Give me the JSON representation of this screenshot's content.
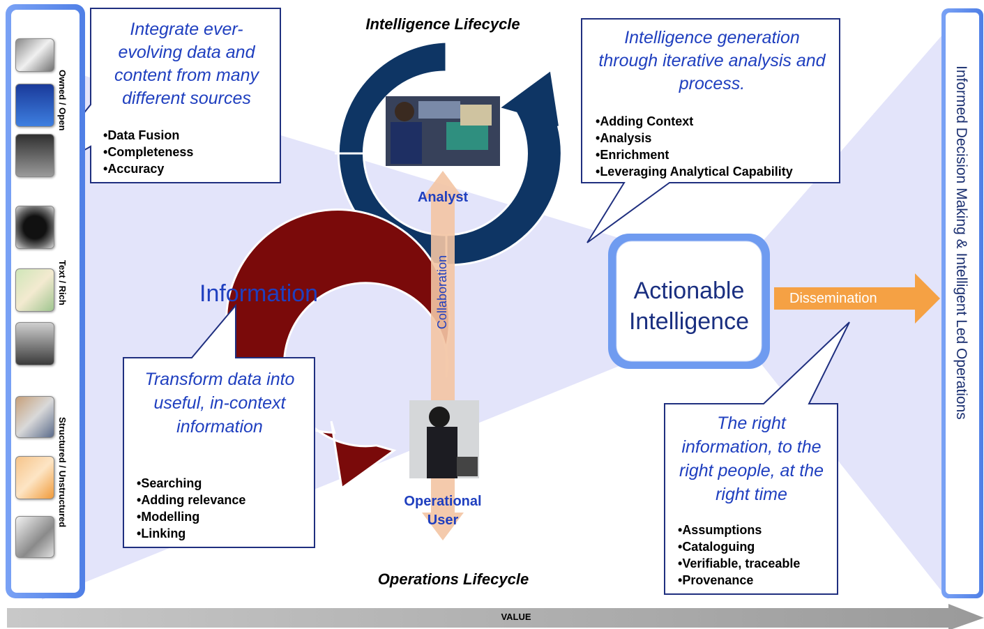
{
  "colors": {
    "navy": "#0e3564",
    "maroon": "#7a0a0a",
    "light_blue": "#6f9bf0",
    "orange": "#f5a144",
    "peach": "#f3c4a3",
    "text_blue": "#1f3fbf",
    "grey": "#a8a8a8"
  },
  "left_panel": {
    "labels": [
      "Owned / Open",
      "Text / Rich",
      "Structured / Unstructured"
    ],
    "icons": [
      "satellite-icon",
      "http-screen-icon",
      "atm-icon",
      "camera-lens-icon",
      "map-icon",
      "cctv-icon",
      "mobile-phone-icon",
      "email-icon",
      "documents-icon"
    ]
  },
  "right_panel": {
    "label": "Informed Decision Making & Intelligent Led Operations"
  },
  "intelligence": {
    "title": "Intelligence Lifecycle",
    "center_label": "Analyst"
  },
  "operations": {
    "title": "Operations Lifecycle",
    "center_label": "Operational User"
  },
  "collaboration": "Collaboration",
  "information": "Information",
  "actionable": "Actionable Intelligence",
  "dissemination": "Dissemination",
  "value": "VALUE",
  "callouts": {
    "integrate": {
      "title": "Integrate ever-evolving data and content from many different sources",
      "bullets": [
        "Data Fusion",
        "Completeness",
        "Accuracy"
      ]
    },
    "generation": {
      "title": "Intelligence generation through iterative analysis and process.",
      "bullets": [
        "Adding Context",
        "Analysis",
        "Enrichment",
        "Leveraging Analytical Capability"
      ]
    },
    "transform": {
      "title": "Transform data into useful, in-context information",
      "bullets": [
        "Searching",
        "Adding relevance",
        "Modelling",
        "Linking"
      ]
    },
    "right_info": {
      "title": "The right information,  to the right people, at the right time",
      "bullets": [
        "Assumptions",
        "Cataloguing",
        "Verifiable, traceable",
        "Provenance"
      ]
    }
  }
}
